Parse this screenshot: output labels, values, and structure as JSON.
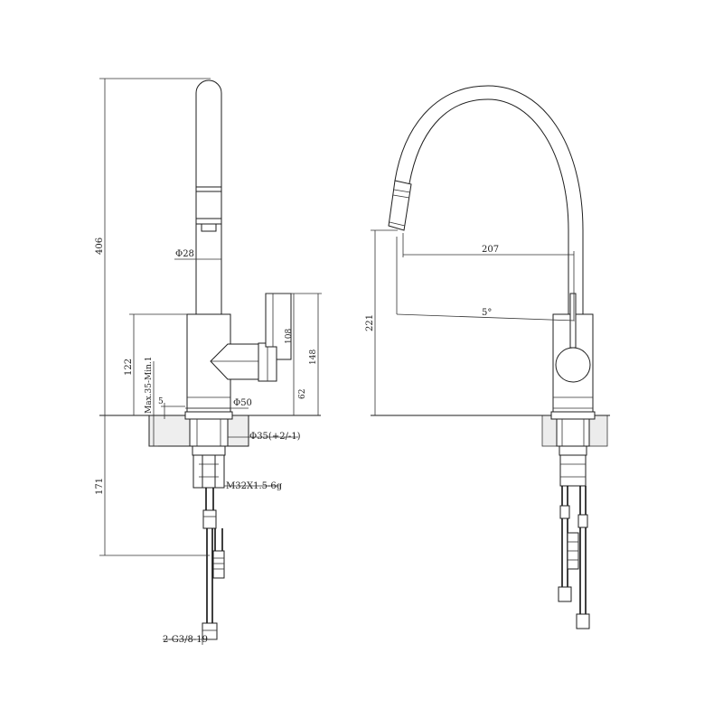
{
  "side_view": {
    "dim_total_height": "406",
    "dim_spout_diameter": "Φ28",
    "dim_body_height": "122",
    "dim_deck_thickness": "Max.35-Min.1",
    "dim_gap": "5",
    "dim_handle_height": "108",
    "dim_handle_outer": "148",
    "dim_handle_offset": "62",
    "dim_base_diameter": "Φ50",
    "dim_hole_diameter": "Φ35(+2/-1)",
    "dim_thread": "M32X1.5-6g",
    "dim_below_deck": "171",
    "dim_hose_connection": "2-G3/8-19"
  },
  "front_view": {
    "dim_reach": "207",
    "dim_spout_height": "221",
    "dim_angle": "5°"
  }
}
